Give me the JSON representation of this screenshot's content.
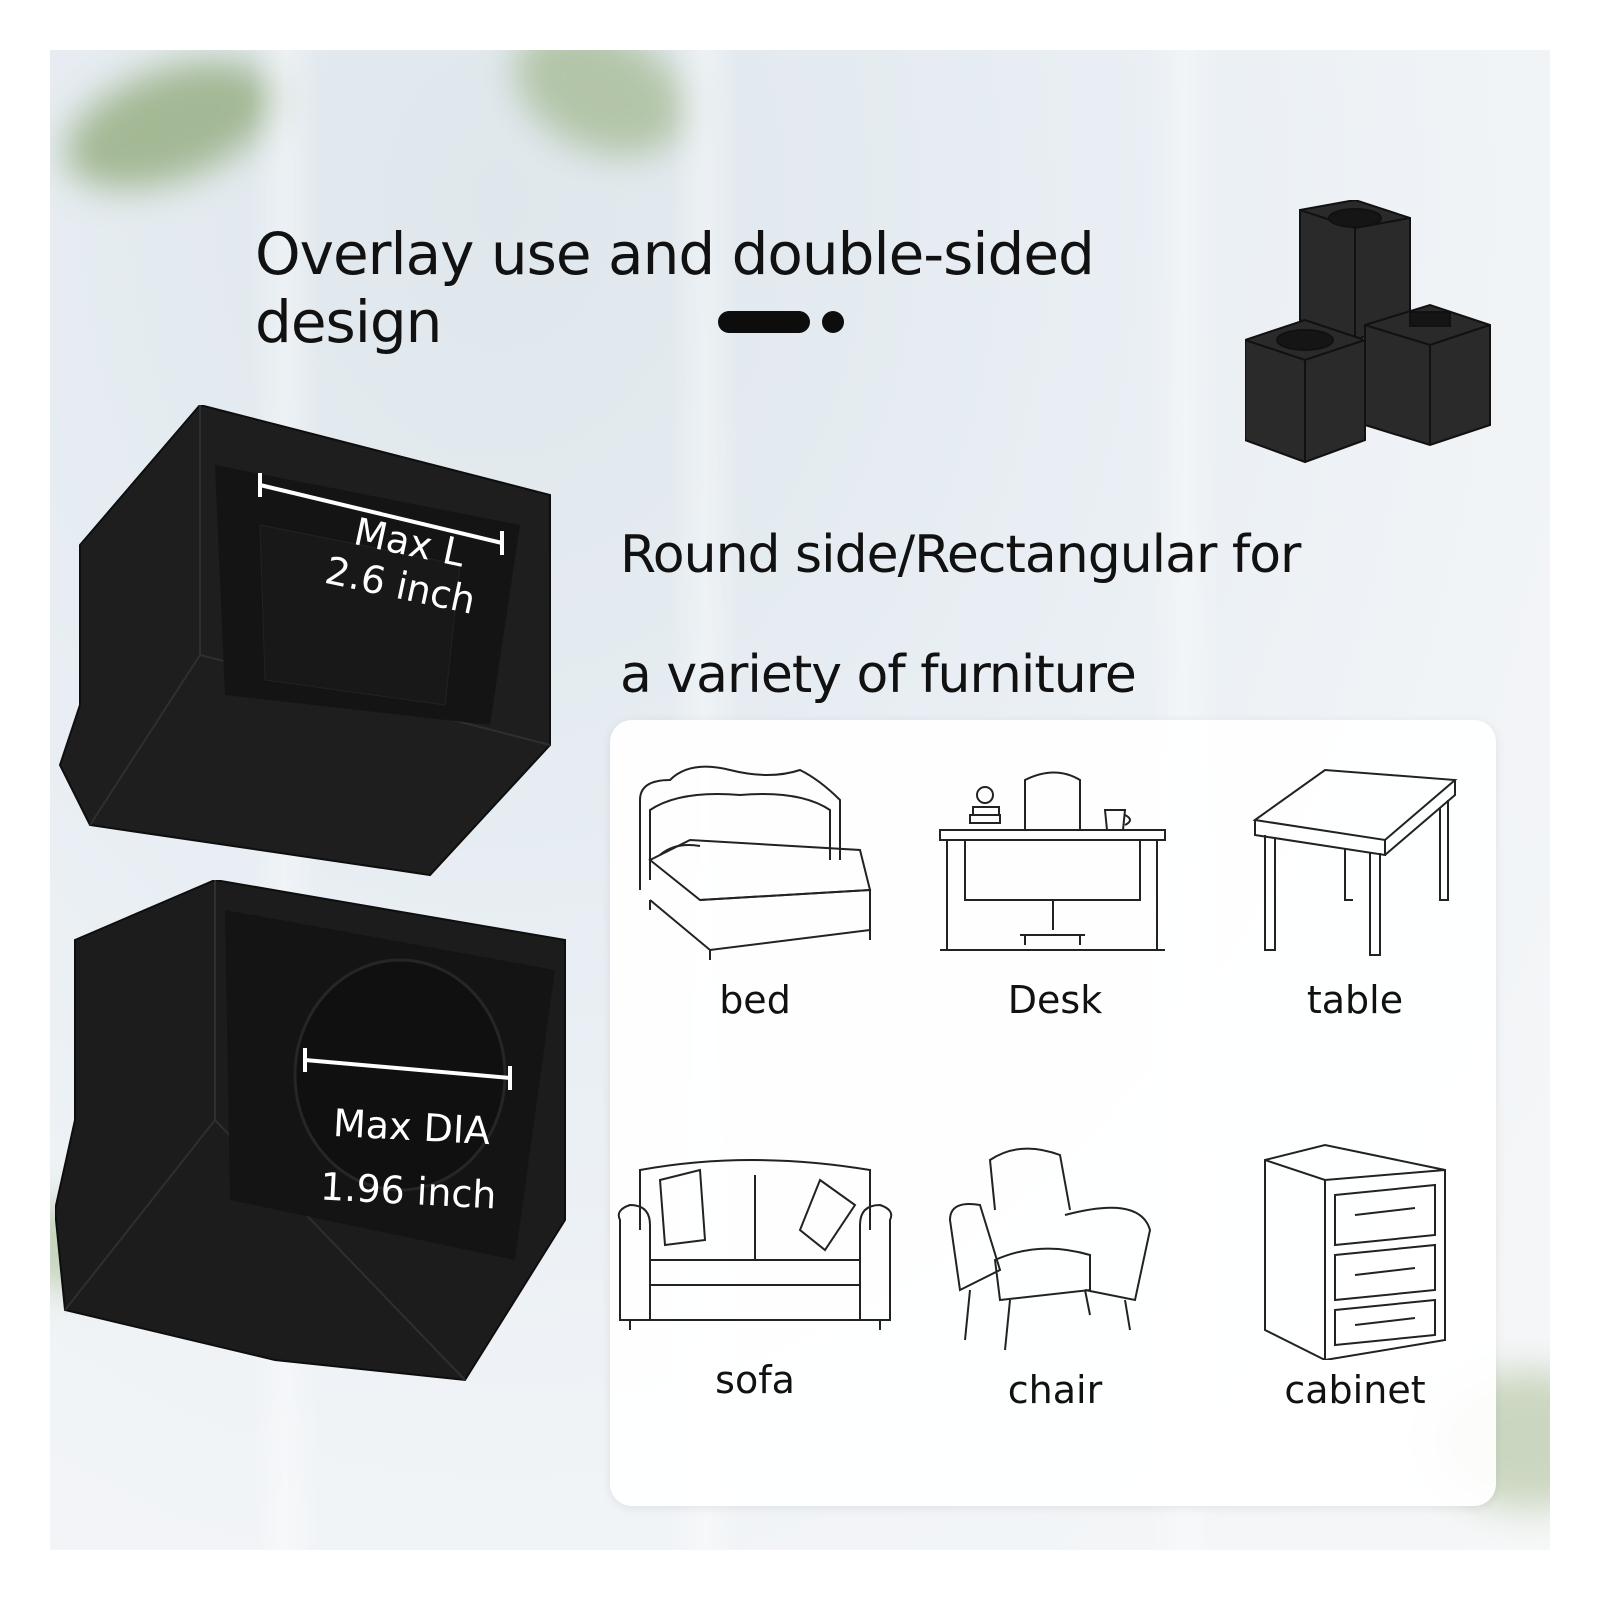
{
  "headline": "Overlay use and double-sided design",
  "subheadline_line1": "Round side/Rectangular for",
  "subheadline_line2": "a variety of  furniture",
  "top_riser": {
    "label_title": "Max L",
    "label_value": "2.6 inch"
  },
  "bottom_riser": {
    "label_title": "Max DIA",
    "label_value": "1.96 inch"
  },
  "furniture": [
    {
      "label": "bed",
      "icon": "bed-icon"
    },
    {
      "label": "Desk",
      "icon": "desk-icon"
    },
    {
      "label": "table",
      "icon": "table-icon"
    },
    {
      "label": "sofa",
      "icon": "sofa-icon"
    },
    {
      "label": "chair",
      "icon": "chair-icon"
    },
    {
      "label": "cabinet",
      "icon": "cabinet-icon"
    }
  ],
  "colors": {
    "riser": "#1c1c1c",
    "text": "#111111",
    "accent_bar": "#0d0d0d"
  }
}
